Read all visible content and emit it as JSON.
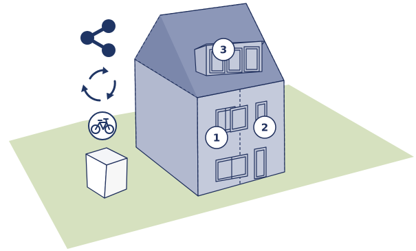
{
  "colors": {
    "ground": "#d6e1bf",
    "wall_light": "#c4cadb",
    "wall_shadow": "#b2b9cf",
    "roof": "#8c97b8",
    "roof_dark": "#7b87ab",
    "outline": "#1f2f5c",
    "icon": "#1f3564",
    "box": "#ffffff"
  },
  "icons": [
    "share-icon",
    "cycle-arrows-icon",
    "bicycle-icon",
    "storage-box-icon"
  ],
  "units": {
    "unit_1": "1",
    "unit_2": "2",
    "unit_3": "3"
  }
}
